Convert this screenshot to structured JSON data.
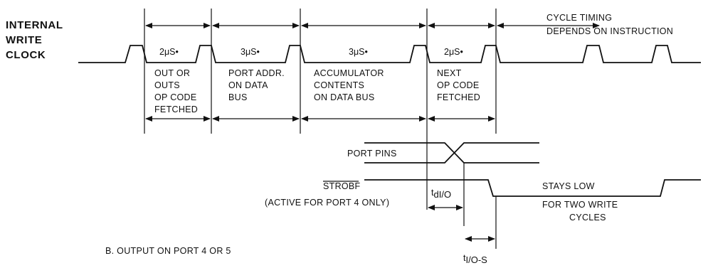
{
  "signal_label": [
    "INTERNAL",
    "WRITE",
    "CLOCK"
  ],
  "cycle_note": [
    "CYCLE TIMING",
    "DEPENDS ON INSTRUCTION"
  ],
  "cycles": [
    {
      "duration": "2μS•",
      "description": [
        "OUT OR",
        "OUTS",
        "OP CODE",
        "FETCHED"
      ]
    },
    {
      "duration": "3μS•",
      "description": [
        "PORT ADDR.",
        "ON DATA",
        "BUS"
      ]
    },
    {
      "duration": "3μS•",
      "description": [
        "ACCUMULATOR",
        "CONTENTS",
        "ON DATA BUS"
      ]
    },
    {
      "duration": "2μS•",
      "description": [
        "NEXT",
        "OP CODE",
        "FETCHED"
      ]
    }
  ],
  "port_pins_label": "PORT PINS",
  "strobe_label": "STROBF",
  "strobe_note": "(ACTIVE FOR PORT 4 ONLY)",
  "stays_low": [
    "STAYS LOW",
    "FOR TWO WRITE",
    "CYCLES"
  ],
  "tdio_label": "t",
  "tdio_sub": "dI/O",
  "tios_label": "t",
  "tios_sub": "I/O-S",
  "caption": "B.  OUTPUT ON PORT 4 OR 5"
}
